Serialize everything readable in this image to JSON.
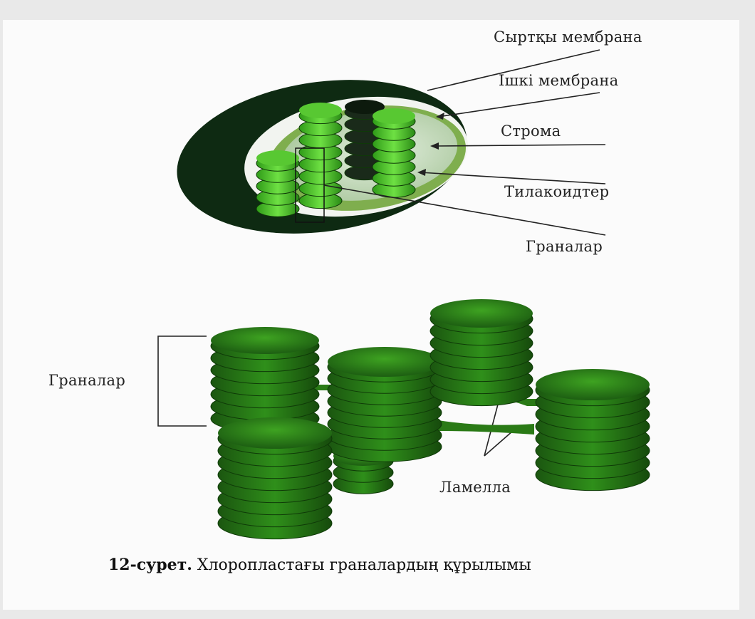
{
  "labels": {
    "outer_membrane": "Сыртқы мембрана",
    "inner_membrane": "Ішкі мембрана",
    "stroma": "Строма",
    "thylakoids": "Тилакоидтер",
    "grana_top": "Граналар",
    "grana_left": "Граналар",
    "lamella": "Ламелла"
  },
  "caption": {
    "number": "12-сурет.",
    "text": "Хлоропластағы граналардың құрылымы"
  },
  "colors": {
    "outer": "#0e2a12",
    "stroma": "#c9dcc2",
    "grana": "#2f8f1a",
    "grana_light": "#5fd03a",
    "background": "#e9e9e9"
  }
}
